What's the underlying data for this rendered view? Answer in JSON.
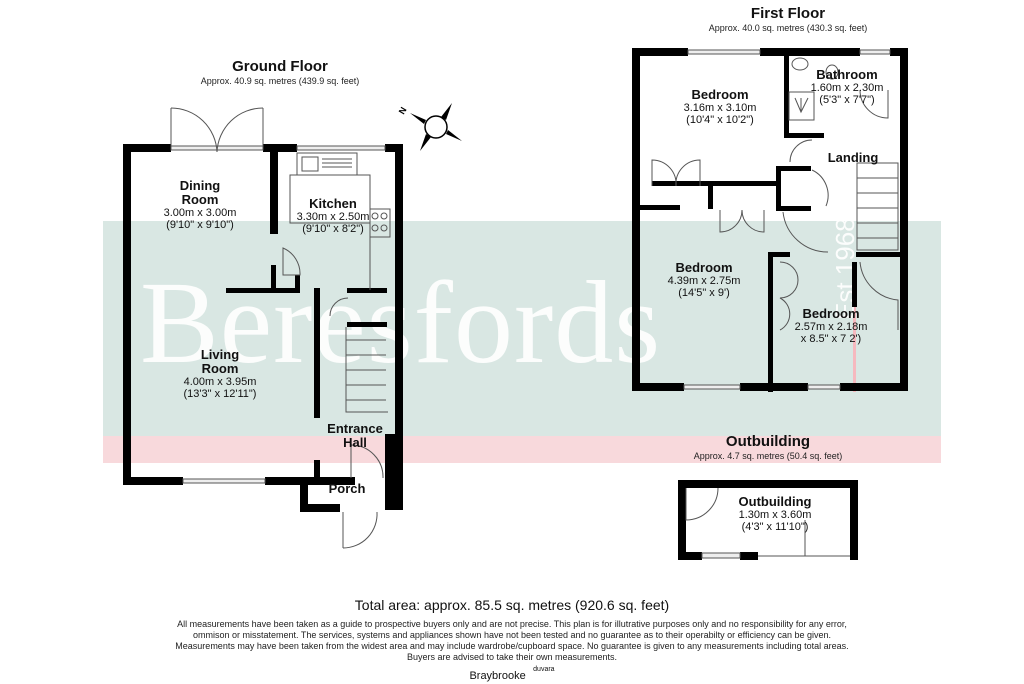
{
  "watermark": {
    "brand": "Beresfords",
    "est": "Est 1968",
    "band_green": "#d9e7e3",
    "band_pink": "#f8d9dc"
  },
  "compass": {
    "label": "N",
    "icon": "compass-rose-icon"
  },
  "ground_floor": {
    "title": "Ground Floor",
    "area": "Approx. 40.9 sq. metres (439.9 sq. feet)",
    "rooms": [
      {
        "name": "Dining Room",
        "line1": "Dining",
        "line2": "Room",
        "metric": "3.00m x 3.00m",
        "imperial": "(9'10\" x 9'10\")"
      },
      {
        "name": "Kitchen",
        "metric": "3.30m x 2.50m",
        "imperial": "(9'10\" x 8'2\")"
      },
      {
        "name": "Living Room",
        "line1": "Living",
        "line2": "Room",
        "metric": "4.00m x 3.95m",
        "imperial": "(13'3\" x 12'11\")"
      },
      {
        "name": "Entrance Hall",
        "line1": "Entrance",
        "line2": "Hall"
      },
      {
        "name": "Porch"
      }
    ]
  },
  "first_floor": {
    "title": "First Floor",
    "area": "Approx. 40.0 sq. metres (430.3 sq. feet)",
    "rooms": [
      {
        "name": "Bedroom",
        "metric": "3.16m x 3.10m",
        "imperial": "(10'4\" x 10'2\")"
      },
      {
        "name": "Bathroom",
        "metric": "1.60m x 2.30m",
        "imperial": "(5'3\" x 7'7\")"
      },
      {
        "name": "Landing"
      },
      {
        "name": "Bedroom",
        "metric": "4.39m x 2.75m",
        "imperial": "(14'5\" x 9')"
      },
      {
        "name": "Bedroom",
        "metric": "2.57m x 2.18m",
        "imperial": "x 8.5\" x 7 2')"
      }
    ]
  },
  "outbuilding": {
    "title": "Outbuilding",
    "area": "Approx. 4.7 sq. metres (50.4 sq. feet)",
    "room": {
      "name": "Outbuilding",
      "metric": "1.30m x 3.60m",
      "imperial": "(4'3\" x 11'10\")"
    }
  },
  "footer": {
    "total": "Total area: approx. 85.5 sq. metres (920.6 sq. feet)",
    "disclaimer": [
      "All measurements have been taken as a guide to prospective buyers only and are not precise. This plan is for illutrative purposes only and no responsibility for any error,",
      "ommison or misstatement. The services, systems and appliances shown have not been tested and no guarantee as to their operabilty or efficiency can be given.",
      "Measurements may have been taken from the widest area and may include wardrobe/cupboard space. No guarantee is given to any measurements including total areas.",
      "Buyers are advised to take their own measurements."
    ],
    "address": "Braybrooke",
    "brand_small": "duvara"
  }
}
